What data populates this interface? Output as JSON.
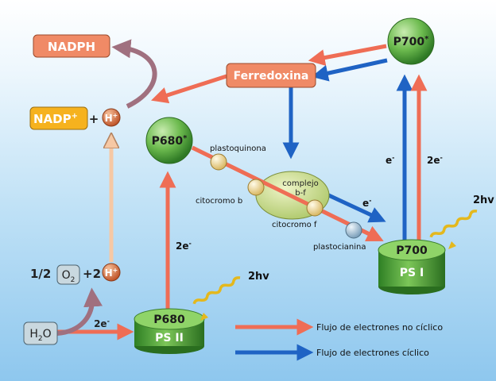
{
  "molecules": {
    "nadph": "NADPH",
    "nadp": "NADP",
    "nadp_sup": "+",
    "plus": "+",
    "h": "H",
    "h_sup": "+",
    "half": "1/2",
    "o2": "O",
    "o2_sub": "2",
    "plus_two": "+2",
    "h2": "H",
    "h2_sup": "+",
    "h2o": "H",
    "h2o_sub": "2",
    "h2o_o": "O",
    "ferredoxina": "Ferredoxina"
  },
  "centers": {
    "p700_star": "P700",
    "p700_star_sup": "*",
    "p680_star": "P680",
    "p680_star_sup": "*",
    "p700": "P700",
    "ps1": "PS I",
    "p680": "P680",
    "ps2": "PS II"
  },
  "carriers": {
    "plastoquinona": "plastoquinona",
    "complejo": "complejo",
    "bf": "b-f",
    "citocromo_b": "citocromo b",
    "citocromo_f": "citocromo f",
    "plastocianina": "plastocianina"
  },
  "electrons": {
    "e1": "e",
    "e1_sup": "-",
    "two_e_ps1": "2e",
    "two_e_ps1_sup": "-",
    "e_cyto": "e",
    "e_cyto_sup": "-",
    "two_e_p680": "2e",
    "two_e_p680_sup": "-",
    "two_e_h2o": "2e",
    "two_e_h2o_sup": "-"
  },
  "light": {
    "hv1": "2hv",
    "hv2": "2hv"
  },
  "legend": {
    "noncyclic": "Flujo de electrones no cíclico",
    "cyclic": "Flujo de electrones cíclico"
  },
  "colors": {
    "red_arrow": "#ef6d55",
    "blue_arrow": "#1f63c4",
    "pink_arrow": "#a0707f",
    "peach_arrow": "#f6c8a4",
    "green_sphere": "#6dbb4f",
    "nadph_box": "#f08a66",
    "nadp_box": "#f6b21e",
    "gray_box": "#c9d8df",
    "h_circle": "#e07a45",
    "carrier_bead": "#f4e0a0",
    "plastocianina_bead": "#a9c4d8",
    "complex_oval": "#cfe08f",
    "wave": "#e4b81d"
  }
}
